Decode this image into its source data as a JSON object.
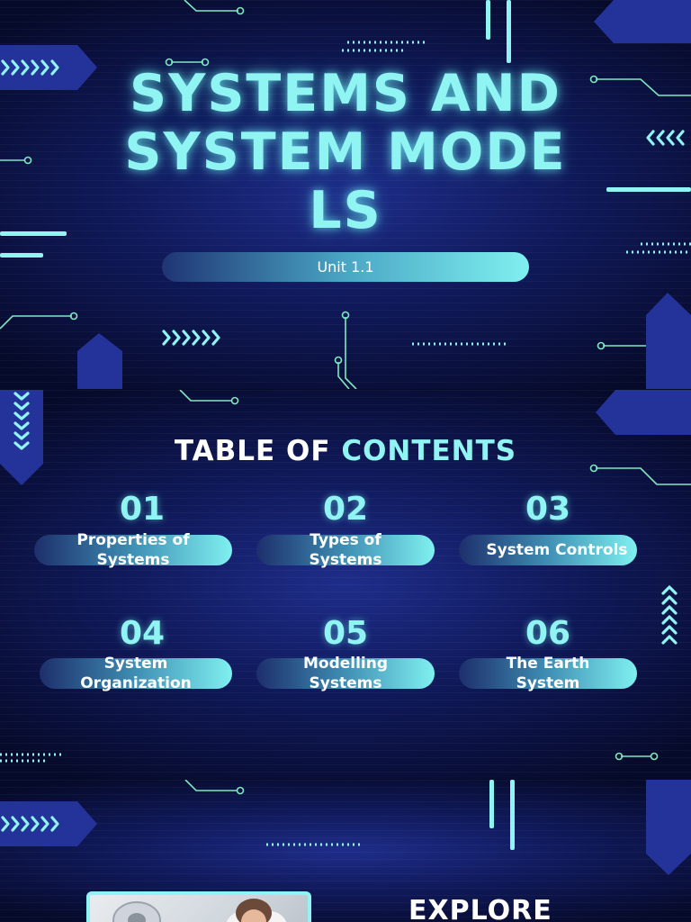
{
  "cover": {
    "title": "SYSTEMS AND SYSTEM MODELS",
    "title_lines": [
      "SYSTEMS AND",
      "SYSTEM MODE",
      "LS"
    ],
    "subtitle": "Unit 1.1"
  },
  "toc": {
    "heading_part1": "TABLE OF",
    "heading_part2": "CONTENTS",
    "items": [
      {
        "number": "01",
        "label_lines": [
          "Properties of",
          "Systems"
        ]
      },
      {
        "number": "02",
        "label_lines": [
          "Types of",
          "Systems"
        ]
      },
      {
        "number": "03",
        "label_lines": [
          "System Controls"
        ]
      },
      {
        "number": "04",
        "label_lines": [
          "System",
          "Organization"
        ]
      },
      {
        "number": "05",
        "label_lines": [
          "Modelling",
          "Systems"
        ]
      },
      {
        "number": "06",
        "label_lines": [
          "The Earth",
          "System"
        ]
      }
    ]
  },
  "explore": {
    "heading": "EXPLORE"
  },
  "theme": {
    "accent": "#8ff4f2",
    "circuit": "#7fe8c0",
    "navy": "#1d2a78"
  }
}
